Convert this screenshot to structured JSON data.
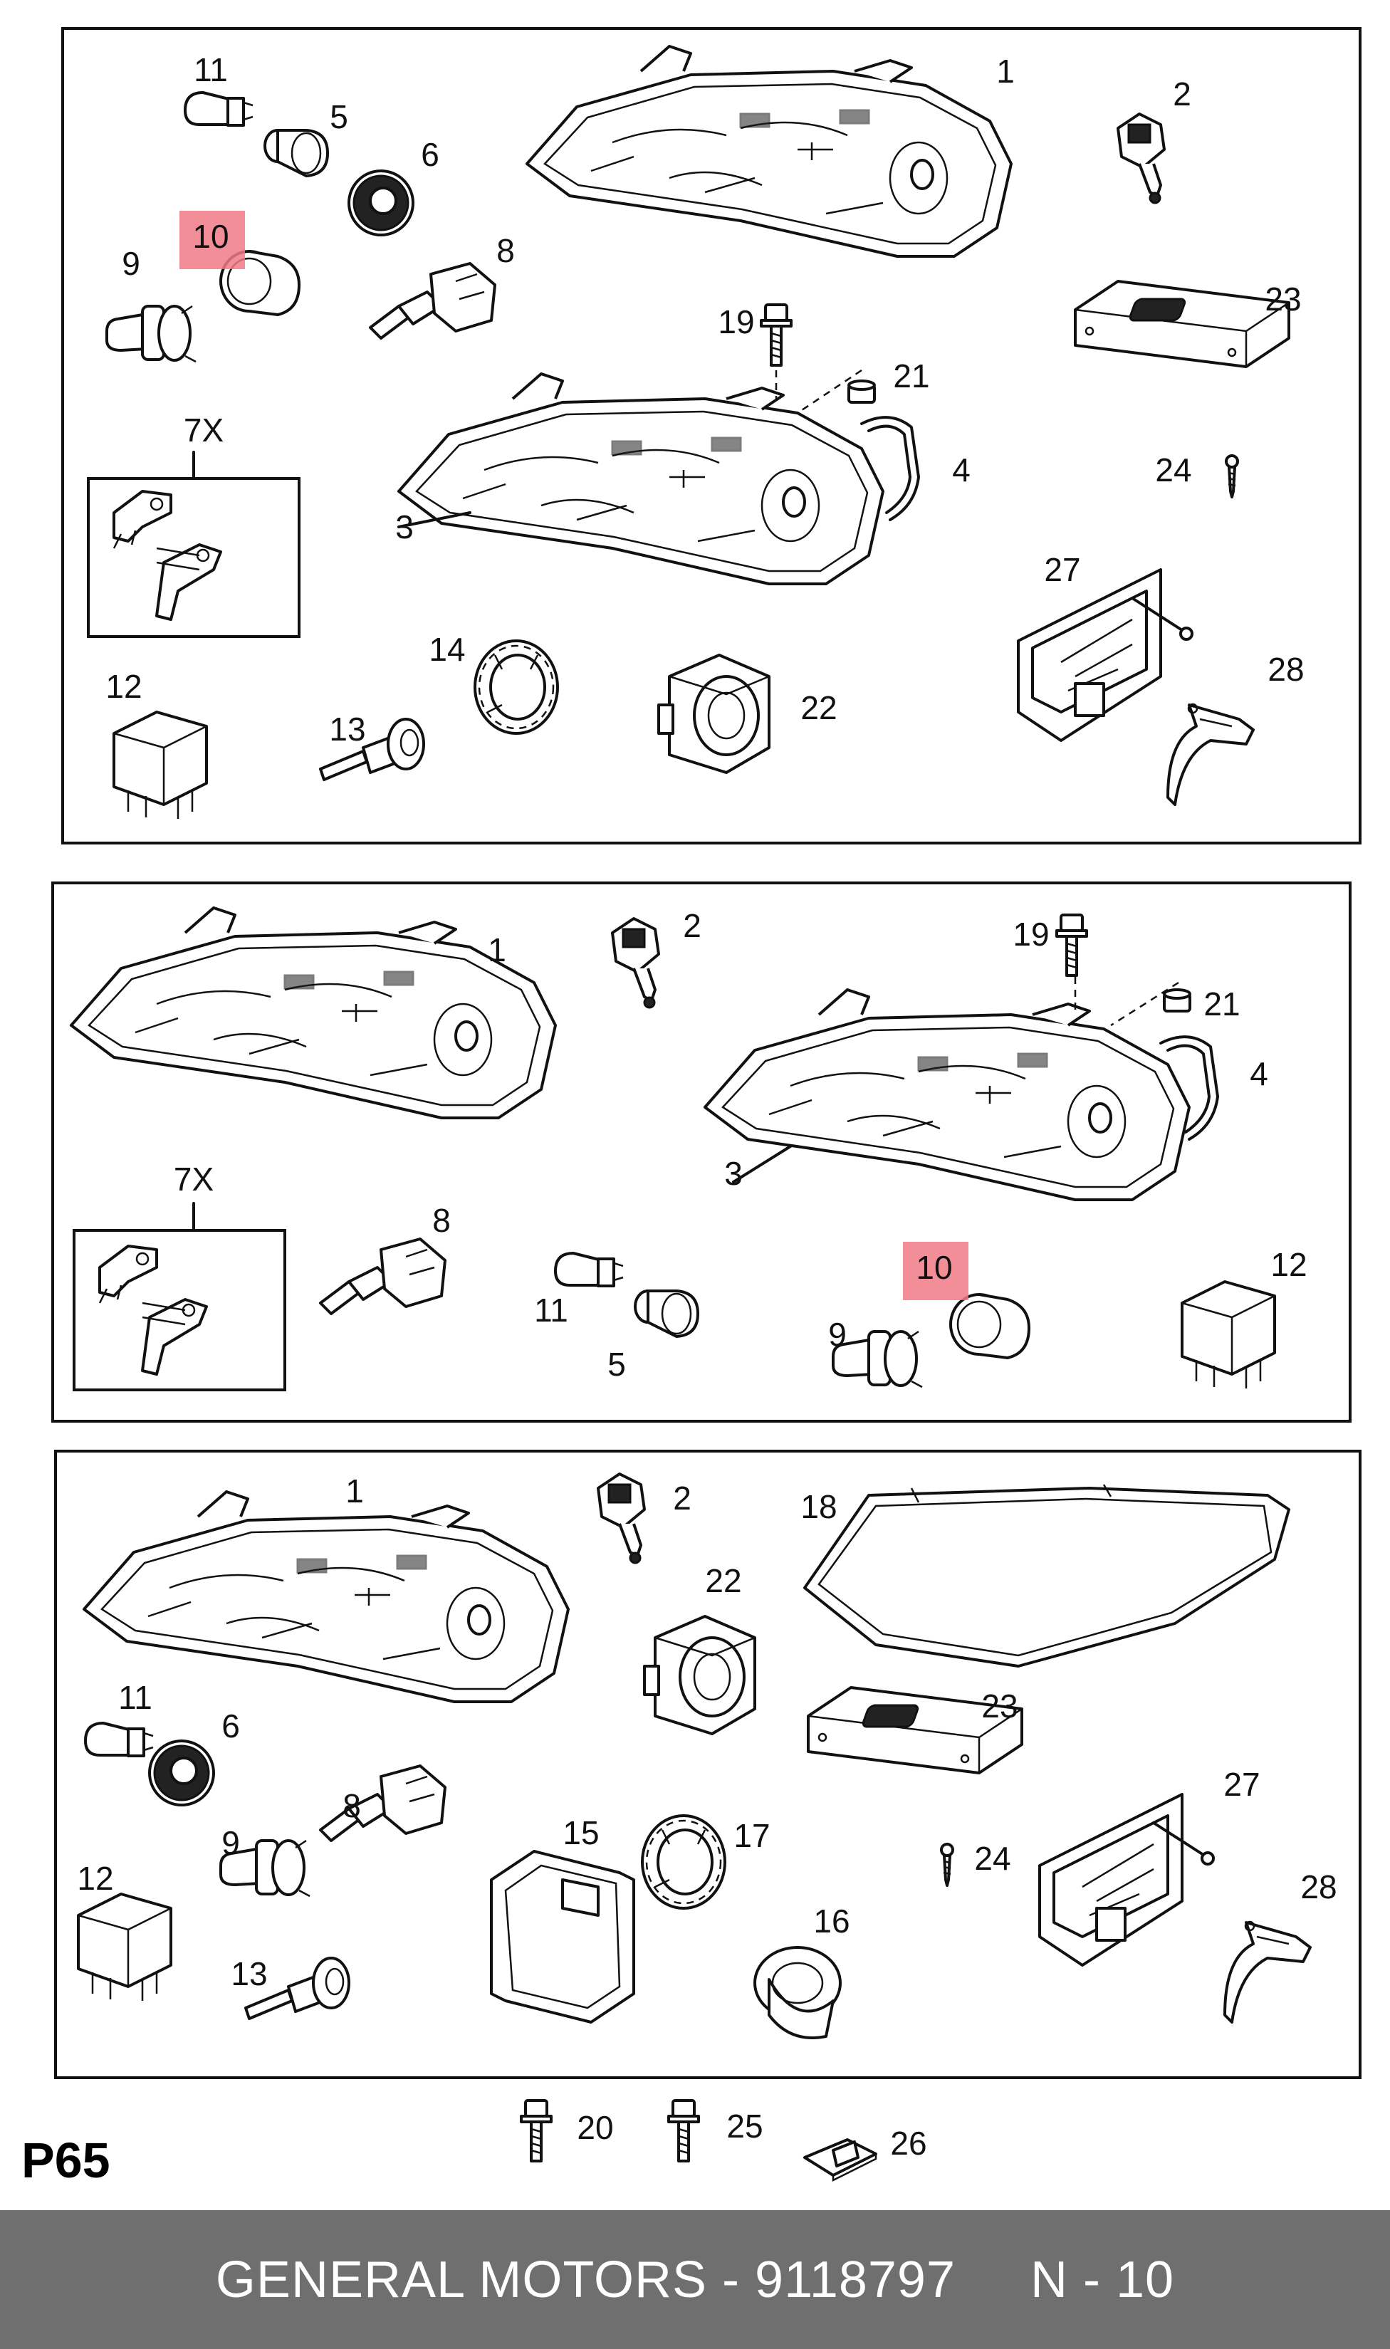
{
  "page_code": "P65",
  "footer": {
    "brand": "GENERAL MOTORS",
    "separator": "-",
    "part_number": "9118797",
    "ref": "N - 10",
    "text": "GENERAL MOTORS - 9118797     N - 10"
  },
  "highlight": {
    "label": "10",
    "color": "#f07a86"
  },
  "panels": [
    {
      "labels": [
        "11",
        "5",
        "6",
        "10",
        "9",
        "8",
        "1",
        "2",
        "23",
        "19",
        "21",
        "4",
        "3",
        "24",
        "7X",
        "27",
        "28",
        "12",
        "13",
        "14",
        "22"
      ]
    },
    {
      "labels": [
        "1",
        "2",
        "19",
        "21",
        "4",
        "3",
        "7X",
        "8",
        "11",
        "5",
        "10",
        "9",
        "12"
      ]
    },
    {
      "labels": [
        "1",
        "2",
        "18",
        "22",
        "23",
        "11",
        "6",
        "8",
        "9",
        "12",
        "13",
        "15",
        "17",
        "16",
        "24",
        "27",
        "28"
      ]
    }
  ],
  "loose_labels": [
    "20",
    "25",
    "26"
  ]
}
